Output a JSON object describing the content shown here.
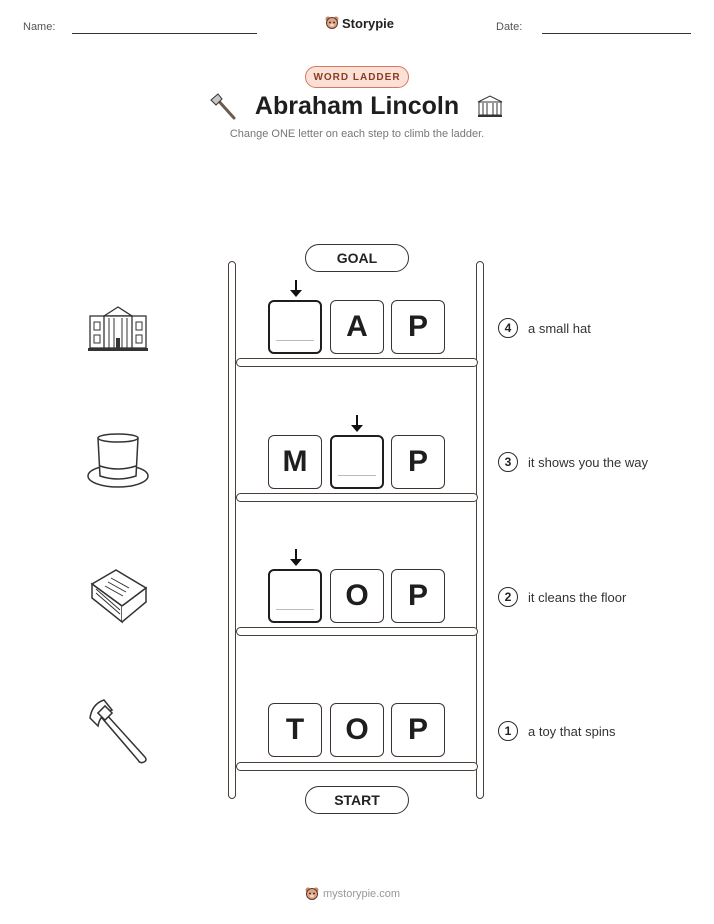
{
  "header": {
    "name_label": "Name:",
    "date_label": "Date:",
    "brand": "Storypie"
  },
  "badge": "WORD LADDER",
  "title": "Abraham Lincoln",
  "subtitle": "Change ONE letter on each step to climb the ladder.",
  "goal_label": "GOAL",
  "start_label": "START",
  "rows": [
    {
      "number": "4",
      "clue": "a small hat",
      "letters": [
        "",
        "A",
        "P"
      ],
      "blank_index": 0,
      "picture": "white-house-icon"
    },
    {
      "number": "3",
      "clue": "it shows you the way",
      "letters": [
        "M",
        "",
        "P"
      ],
      "blank_index": 1,
      "picture": "top-hat-icon"
    },
    {
      "number": "2",
      "clue": "it cleans the floor",
      "letters": [
        "",
        "O",
        "P"
      ],
      "blank_index": 0,
      "picture": "book-icon"
    },
    {
      "number": "1",
      "clue": "a toy that spins",
      "letters": [
        "T",
        "O",
        "P"
      ],
      "blank_index": -1,
      "picture": "axe-icon"
    }
  ],
  "footer": "mystorypie.com",
  "colors": {
    "badge_bg": "#fbe0d6",
    "badge_border": "#d9775e",
    "ladder": "#4a3f3a"
  }
}
